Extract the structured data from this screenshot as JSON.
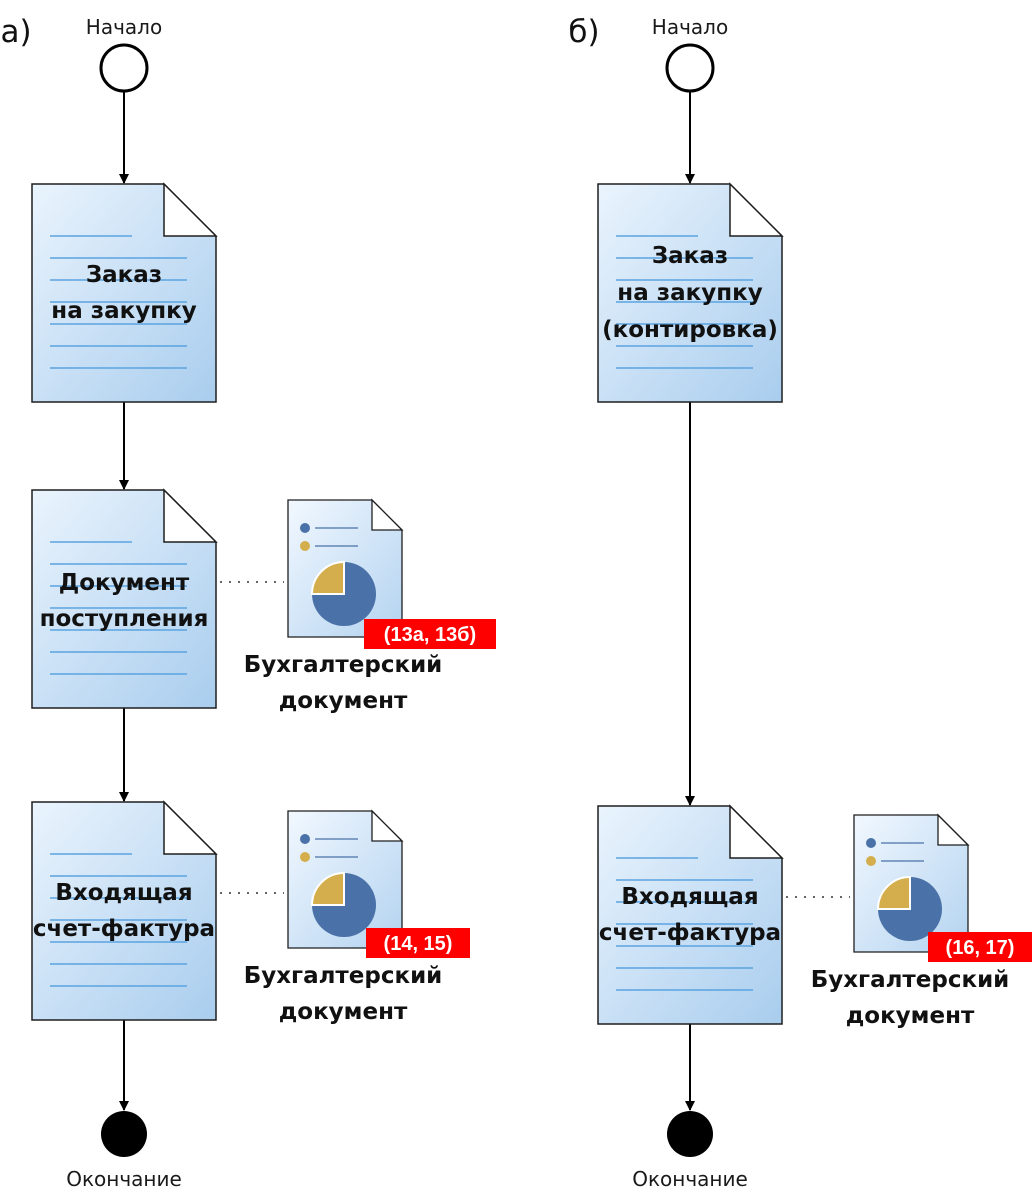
{
  "panels": [
    {
      "label": "а)",
      "start_label": "Начало",
      "end_label": "Окончание",
      "documents": [
        {
          "lines": [
            "Заказ",
            "на закупку"
          ]
        },
        {
          "lines": [
            "Документ",
            "поступления"
          ],
          "report": {
            "badge": "(13а, 13б)",
            "caption": [
              "Бухгалтерский",
              "документ"
            ]
          }
        },
        {
          "lines": [
            "Входящая",
            "счет-фактура"
          ],
          "report": {
            "badge": "(14, 15)",
            "caption": [
              "Бухгалтерский",
              "документ"
            ]
          }
        }
      ]
    },
    {
      "label": "б)",
      "start_label": "Начало",
      "end_label": "Окончание",
      "documents": [
        {
          "lines": [
            "Заказ",
            "на закупку",
            "(контировка)"
          ]
        },
        {
          "lines": [
            "Входящая",
            "счет-фактура"
          ],
          "report": {
            "badge": "(16, 17)",
            "caption": [
              "Бухгалтерский",
              "документ"
            ]
          }
        }
      ]
    }
  ],
  "colors": {
    "doc_fill_top": "#eaf4fd",
    "doc_fill_bottom": "#a9cdee",
    "doc_line": "#5ba3e0",
    "report_fill_top": "#f2f8ff",
    "report_fill_bottom": "#b3d3f0",
    "pie_main": "#4a72a8",
    "pie_slice": "#d4ae4c",
    "badge": "#ff0000"
  },
  "icons": {
    "start": "start-node-circle",
    "end": "end-node-filled-circle",
    "document": "document-page-icon",
    "report": "accounting-report-icon"
  }
}
